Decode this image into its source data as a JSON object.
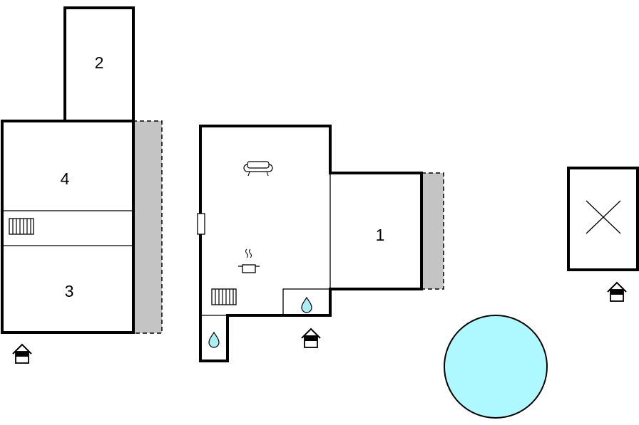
{
  "rooms": [
    {
      "label": "2"
    },
    {
      "label": "4"
    },
    {
      "label": "3"
    },
    {
      "label": "1"
    }
  ],
  "icons": {
    "entrance": "entrance-icon",
    "radiator": "radiator-icon",
    "sofa": "sofa-icon",
    "cooking_pot": "cooking-pot-icon",
    "water_drop": "water-drop-icon",
    "window": "window-icon"
  },
  "colors": {
    "walls": "#000000",
    "terrace": "#c4c4c4",
    "pool": "#aef8ff",
    "water_drop": "#a8eef4"
  }
}
